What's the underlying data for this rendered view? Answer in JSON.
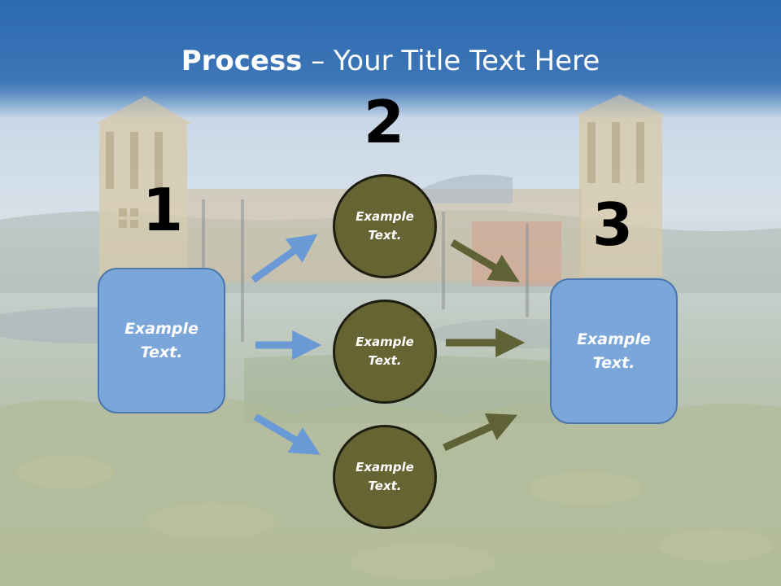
{
  "title": {
    "bold": "Process",
    "rest": " – Your Title Text Here"
  },
  "steps": [
    {
      "number": "1",
      "label": "Example\nText."
    },
    {
      "number": "2"
    },
    {
      "number": "3",
      "label": "Example\nText."
    }
  ],
  "circles": [
    {
      "label": "Example\nText."
    },
    {
      "label": "Example\nText."
    },
    {
      "label": "Example\nText."
    }
  ],
  "colors": {
    "title_band": "#3f78b8",
    "box_fill": "#7aa6da",
    "box_border": "#4a78ad",
    "circle_fill": "#666432",
    "circle_border": "#1e1e10",
    "arrow_blue": "#6a9ad6",
    "arrow_olive": "#5f6234"
  }
}
